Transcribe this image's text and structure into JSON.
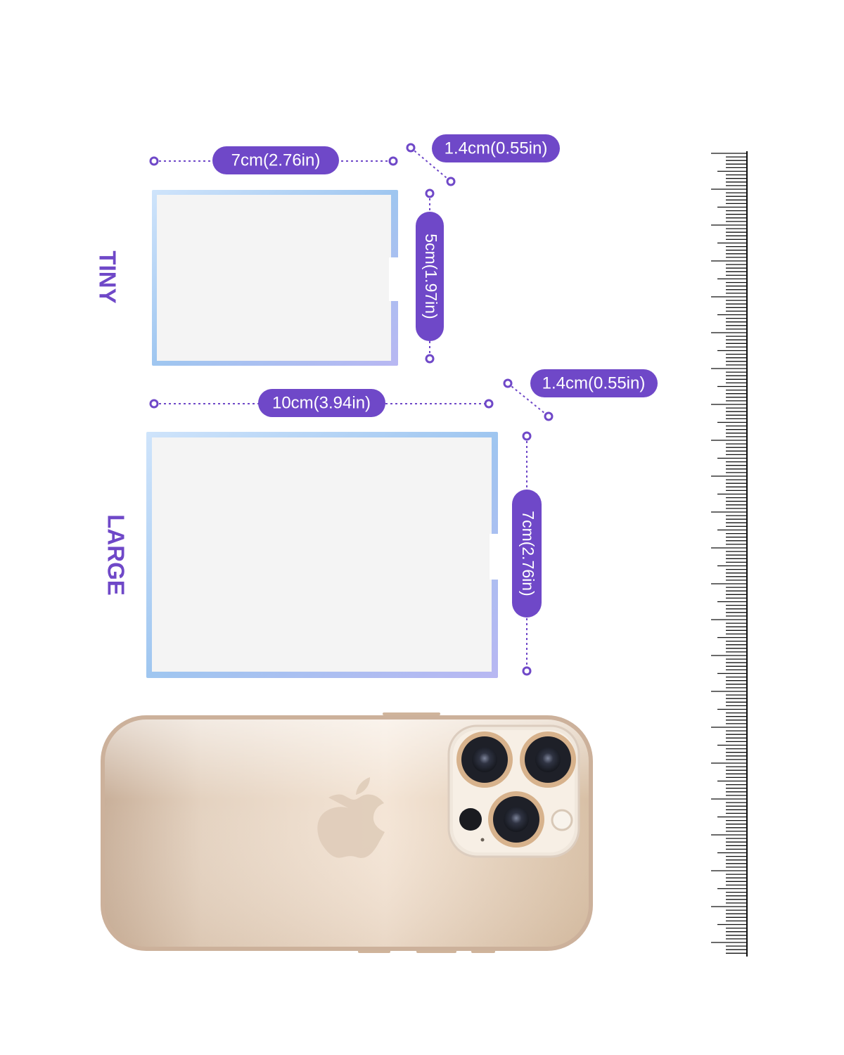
{
  "labels": {
    "tiny": "TINY",
    "large": "LARGE"
  },
  "dimensions": {
    "tiny_width": "7cm(2.76in)",
    "tiny_depth": "1.4cm(0.55in)",
    "tiny_height": "5cm(1.97in)",
    "large_width": "10cm(3.94in)",
    "large_depth": "1.4cm(0.55in)",
    "large_height": "7cm(2.76in)"
  },
  "colors": {
    "accent": "#6f48c8",
    "frame_blue": "#9ec7f0",
    "card_white": "#f4f4f4",
    "phone_gold": "#e8d2bc"
  },
  "icons": {
    "phone": "smartphone-back-icon",
    "logo": "apple-logo-icon",
    "ruler": "ruler-icon"
  }
}
